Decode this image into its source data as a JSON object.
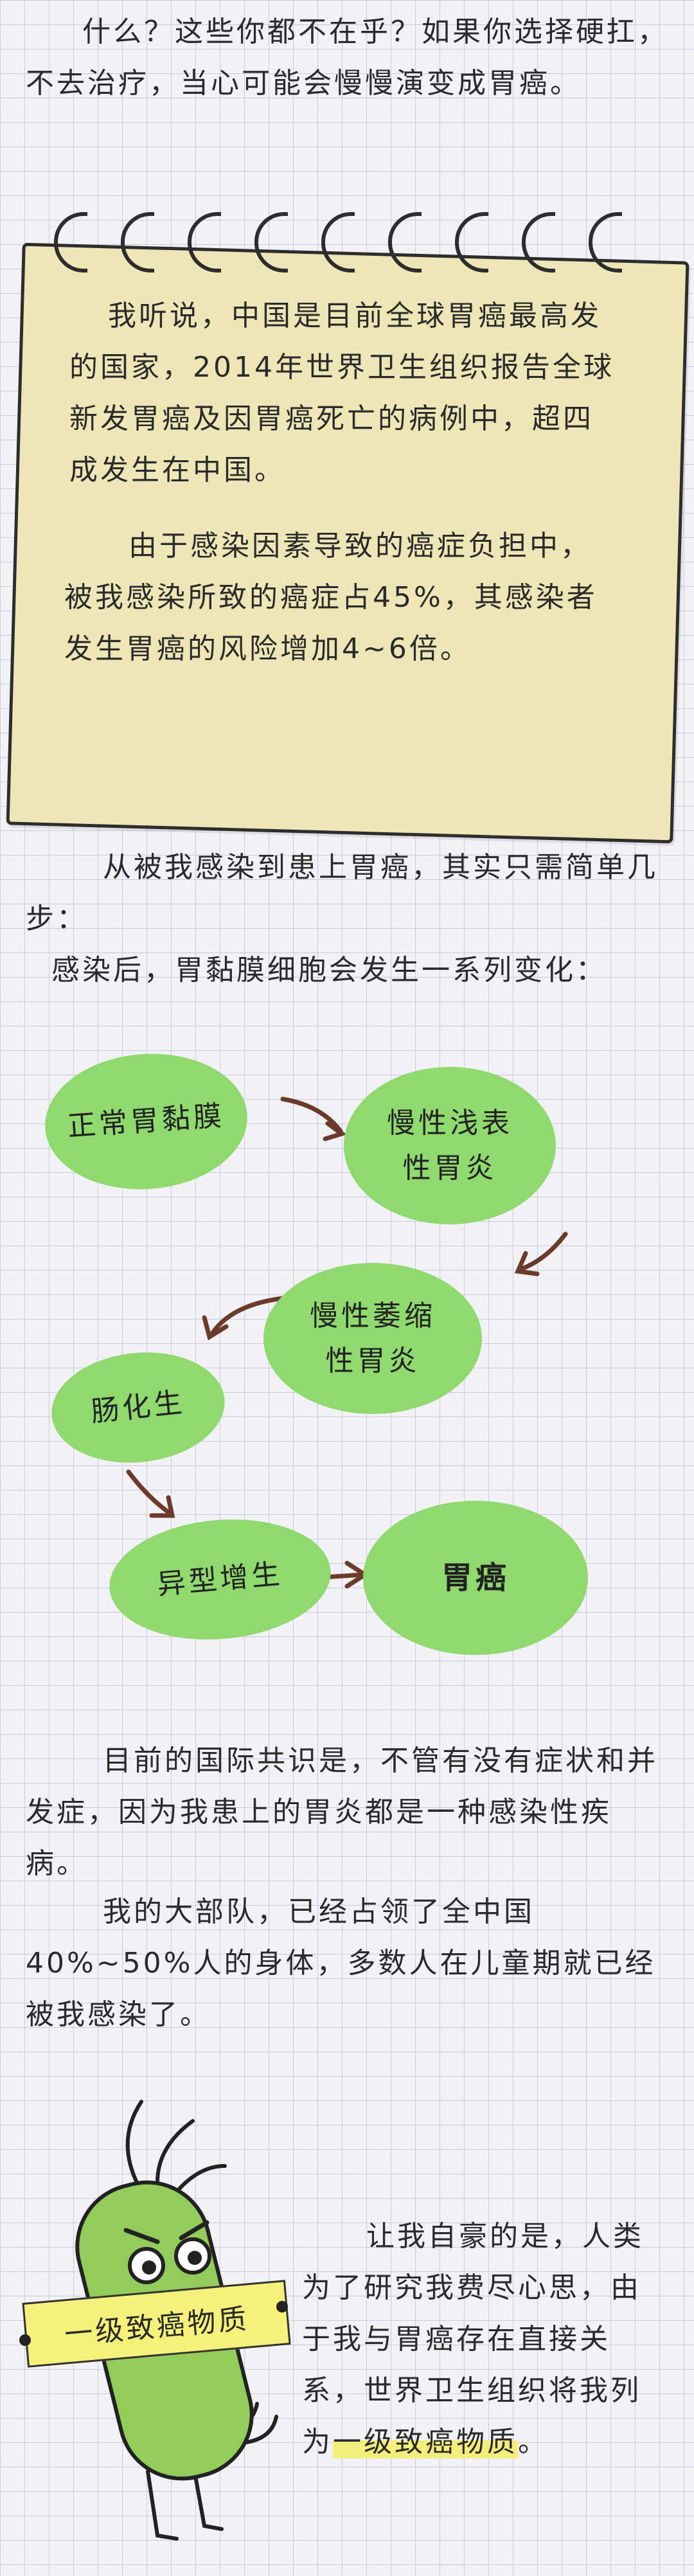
{
  "intro": "什么？这些你都不在乎？如果你选择硬扛，不去治疗，当心可能会慢慢演变成胃癌。",
  "note": {
    "para1": "我听说，中国是目前全球胃癌最高发的国家，2014年世界卫生组织报告全球新发胃癌及因胃癌死亡的病例中，超四成发生在中国。",
    "para2": "由于感染因素导致的癌症负担中，被我感染所致的癌症占45%，其感染者发生胃癌的风险增加4~6倍。"
  },
  "steps_intro": "从被我感染到患上胃癌，其实只需简单几步：",
  "changes_intro": "感染后，胃黏膜细胞会发生一系列变化：",
  "flow": {
    "normal": "正常胃黏膜",
    "chronic_superficial": "慢性浅表性胃炎",
    "chronic_atrophic": "慢性萎缩性胃炎",
    "intestinal": "肠化生",
    "dysplasia": "异型增生",
    "cancer": "胃癌"
  },
  "consensus": "目前的国际共识是，不管有没有症状和并发症，因为我患上的胃炎都是一种感染性疾病。",
  "prevalence": "我的大部队，已经占领了全中国40%~50%人的身体，多数人在儿童期就已经被我感染了。",
  "character_label": "一级致癌物质",
  "pride": {
    "text": "让我自豪的是，人类为了研究我费尽心思，由于我与胃癌存在直接关系，世界卫生组织将我列为",
    "highlight": "一级致癌物质",
    "end": "。"
  },
  "colors": {
    "blob": "#8fd96f",
    "note": "#efe6b7",
    "highlight": "#f3ef7a",
    "character": "#92cc5b",
    "arrow": "#6b3a2a"
  }
}
